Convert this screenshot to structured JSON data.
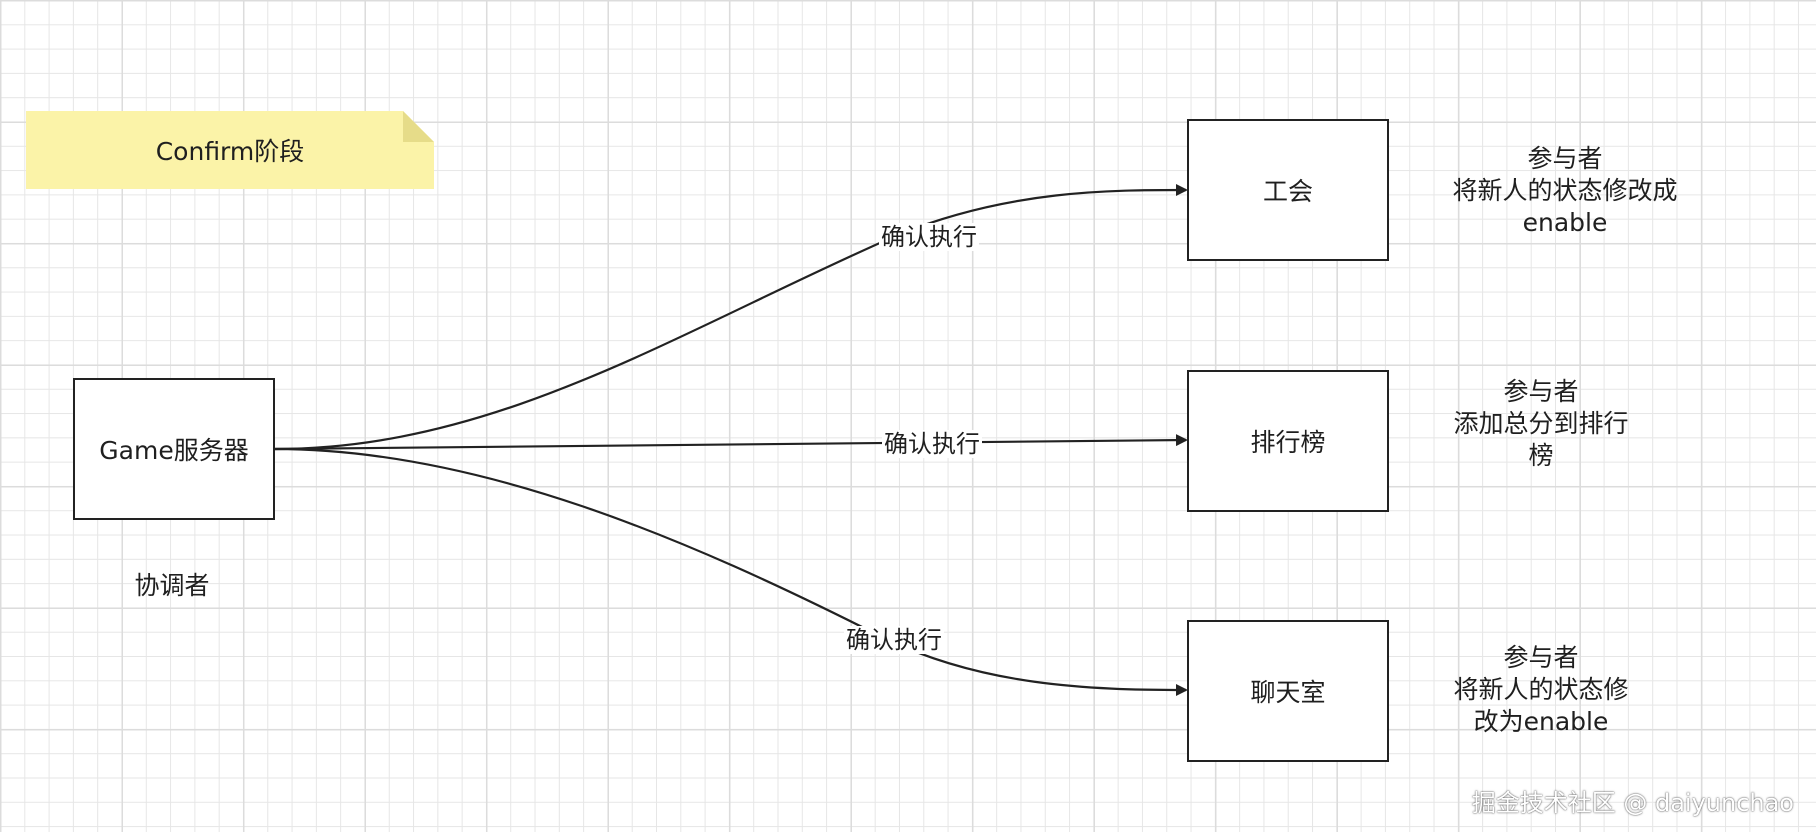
{
  "note": {
    "text": "Confirm阶段"
  },
  "coordinator": {
    "box_label": "Game服务器",
    "role_label": "协调者"
  },
  "participants": [
    {
      "name": "工会",
      "desc_lines": [
        "参与者",
        "将新人的状态修改成",
        "enable"
      ]
    },
    {
      "name": "排行榜",
      "desc_lines": [
        "参与者",
        "添加总分到排行",
        "榜"
      ]
    },
    {
      "name": "聊天室",
      "desc_lines": [
        "参与者",
        "将新人的状态修",
        "改为enable"
      ]
    }
  ],
  "edges": [
    {
      "label": "确认执行"
    },
    {
      "label": "确认执行"
    },
    {
      "label": "确认执行"
    }
  ],
  "watermark": "掘金技术社区 @ daiyunchao",
  "colors": {
    "note_fill": "#fbf3a8",
    "note_fold": "#e6dc89",
    "stroke": "#222222",
    "grid": "#e6e6e6"
  }
}
